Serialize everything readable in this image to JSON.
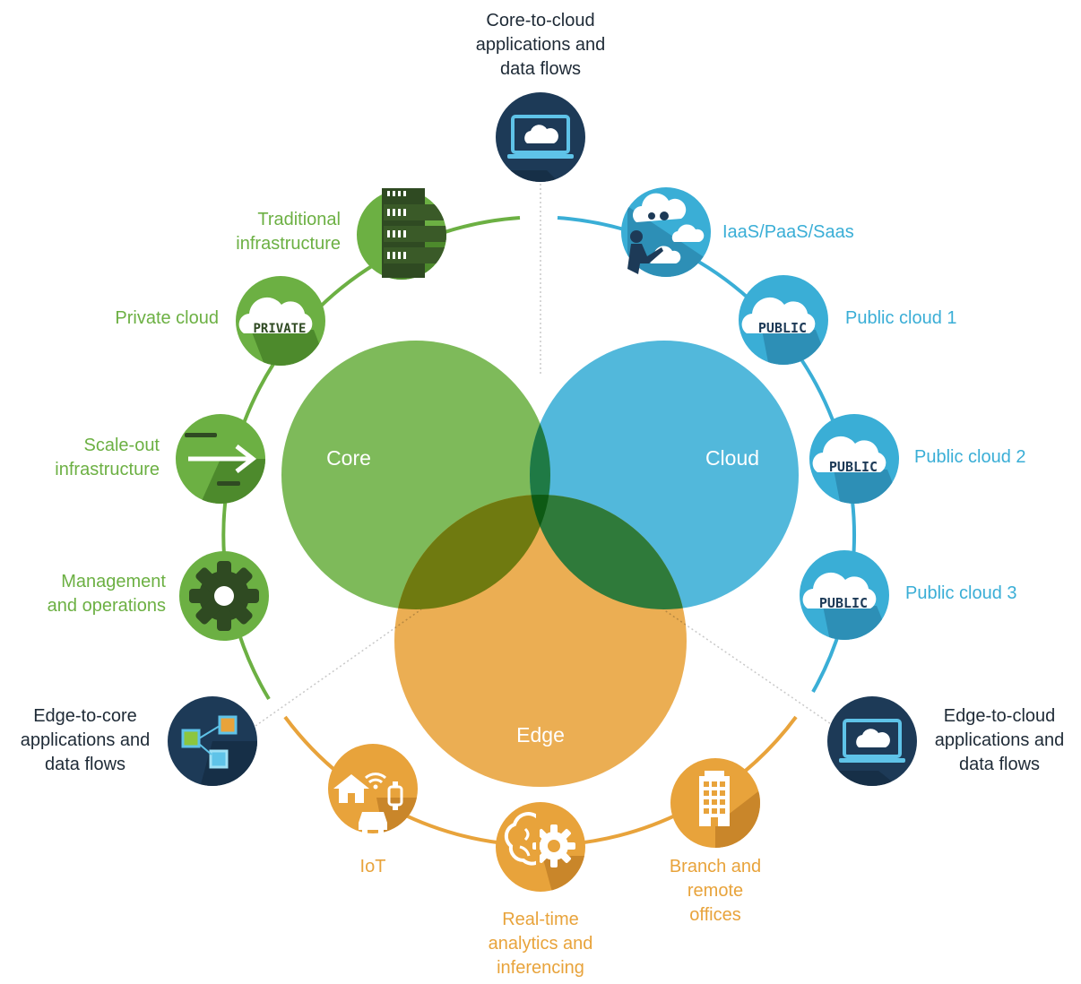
{
  "venn": {
    "core": "Core",
    "cloud": "Cloud",
    "edge": "Edge"
  },
  "top": {
    "line1": "Core-to-cloud",
    "line2": "applications and",
    "line3": "data flows"
  },
  "core_items": {
    "traditional": {
      "line1": "Traditional",
      "line2": "infrastructure"
    },
    "private": {
      "label": "Private cloud",
      "badge": "PRIVATE"
    },
    "scaleout": {
      "line1": "Scale-out",
      "line2": "infrastructure"
    },
    "management": {
      "line1": "Management",
      "line2": "and operations"
    }
  },
  "cloud_items": {
    "iaas": {
      "label": "IaaS/PaaS/Saas"
    },
    "public1": {
      "label": "Public cloud 1",
      "badge": "PUBLIC"
    },
    "public2": {
      "label": "Public cloud 2",
      "badge": "PUBLIC"
    },
    "public3": {
      "label": "Public cloud 3",
      "badge": "PUBLIC"
    }
  },
  "edge_core": {
    "line1": "Edge-to-core",
    "line2": "applications and",
    "line3": "data flows"
  },
  "edge_cloud": {
    "line1": "Edge-to-cloud",
    "line2": "applications and",
    "line3": "data flows"
  },
  "edge_items": {
    "iot": {
      "label": "IoT"
    },
    "realtime": {
      "line1": "Real-time",
      "line2": "analytics and",
      "line3": "inferencing"
    },
    "branch": {
      "line1": "Branch and",
      "line2": "remote",
      "line3": "offices"
    }
  },
  "colors": {
    "core": "#6cb043",
    "cloud": "#3aaed6",
    "edge": "#e8a33b",
    "navy": "#1d3a57"
  }
}
